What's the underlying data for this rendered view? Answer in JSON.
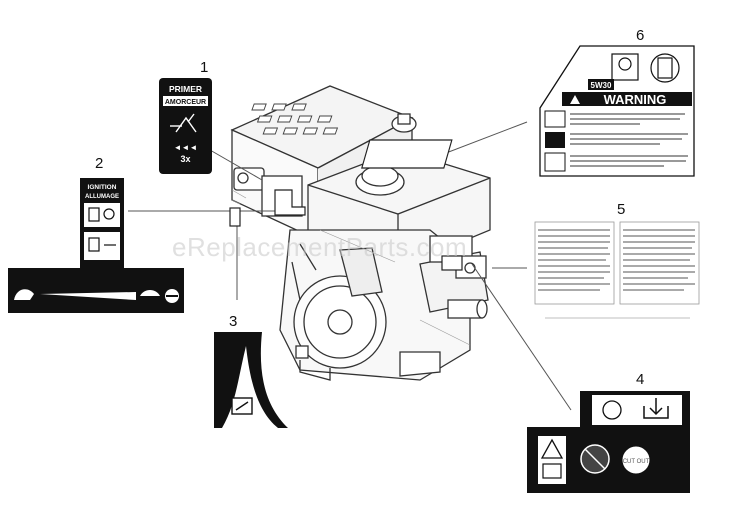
{
  "watermark": "eReplacementParts.com",
  "callouts": [
    "1",
    "2",
    "3",
    "4",
    "5",
    "6"
  ],
  "decal_primer": {
    "title": "PRIMER",
    "subtitle": "AMORCEUR",
    "count": "3x",
    "arrows": "◄◄◄"
  },
  "decal_ignition": {
    "title": "IGNITION",
    "subtitle": "ALLUMAGE"
  },
  "decal_warning": {
    "title": "WARNING",
    "oil": "5W30"
  },
  "decal_cutout": {
    "label": "CUT OUT"
  }
}
